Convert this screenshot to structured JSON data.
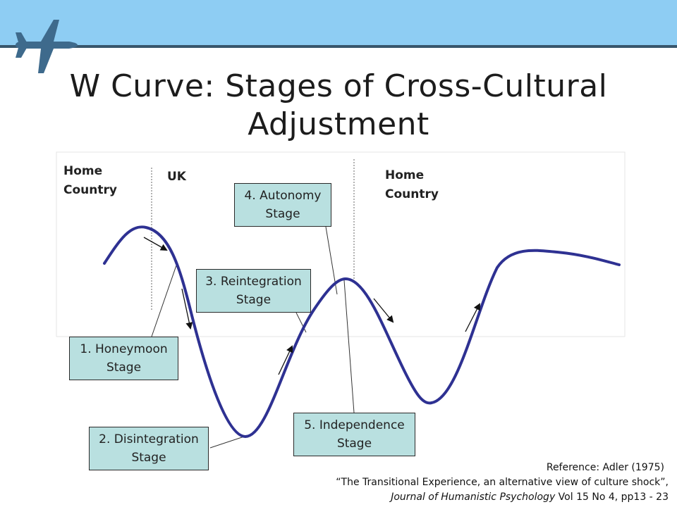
{
  "title": "W Curve: Stages of Cross-Cultural Adjustment",
  "regions": {
    "home_left": [
      "Home",
      "Country"
    ],
    "uk": "UK",
    "home_right": [
      "Home",
      "Country"
    ]
  },
  "stages": [
    {
      "line1": "1. Honeymoon",
      "line2": "Stage"
    },
    {
      "line1": "2. Disintegration",
      "line2": "Stage"
    },
    {
      "line1": "3. Reintegration",
      "line2": "Stage"
    },
    {
      "line1": "4. Autonomy",
      "line2": "Stage"
    },
    {
      "line1": "5. Independence",
      "line2": "Stage"
    }
  ],
  "reference": {
    "line1": "Reference: Adler (1975)",
    "line2": "“The Transitional Experience, an alternative view of culture shock”,",
    "journal": "Journal of Humanistic Psychology",
    "citation": " Vol 15 No 4, pp13 - 23"
  },
  "colors": {
    "curve": "#2e3192",
    "box_fill": "#b9e0e0",
    "top_band": "#8ecdf3",
    "plane": "#3e6a8c"
  },
  "icons": [
    "airplane-icon"
  ]
}
